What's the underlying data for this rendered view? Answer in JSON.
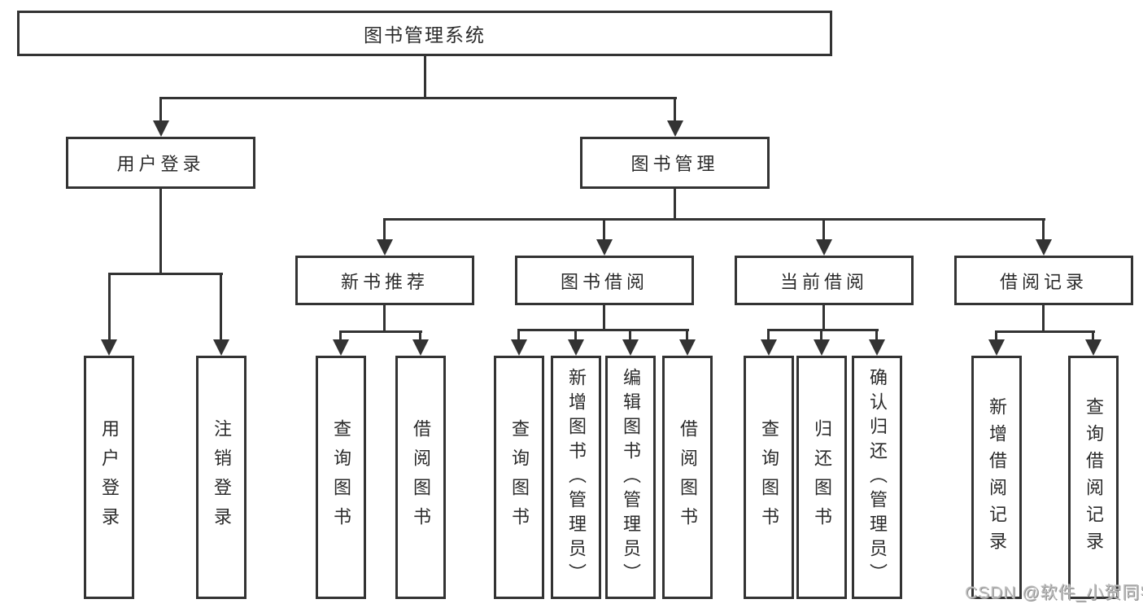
{
  "diagram": {
    "root": {
      "label": "图书管理系统"
    },
    "level2": [
      {
        "label": "用户登录"
      },
      {
        "label": "图书管理"
      }
    ],
    "level3": [
      {
        "label": "新书推荐"
      },
      {
        "label": "图书借阅"
      },
      {
        "label": "当前借阅"
      },
      {
        "label": "借阅记录"
      }
    ],
    "leaves": {
      "user_login": [
        "用户登录",
        "注销登录"
      ],
      "new_book_recommend": [
        "查询图书",
        "借阅图书"
      ],
      "book_borrow": [
        "查询图书",
        "新增图书（管理员）",
        "编辑图书（管理员）",
        "借阅图书"
      ],
      "current_borrow": [
        "查询图书",
        "归还图书",
        "确认归还（管理员）"
      ],
      "borrow_records": [
        "新增借阅记录",
        "查询借阅记录"
      ]
    }
  },
  "watermark": {
    "text": "CSDN @软件_小贺同学"
  },
  "colors": {
    "line": "#333333",
    "text": "#2b2b2b",
    "watermark": "#bdbdbd",
    "background": "#ffffff"
  }
}
